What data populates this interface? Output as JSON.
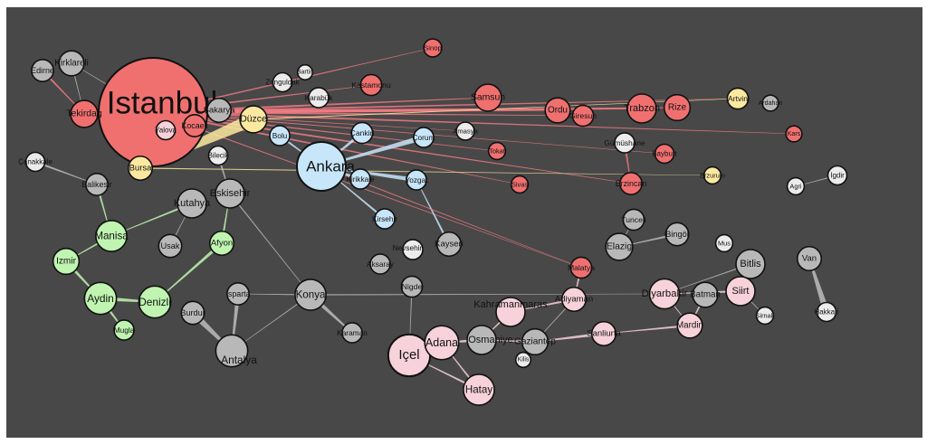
{
  "colors": {
    "background": "#484848",
    "node_stroke": "#111111",
    "red": "#f07070",
    "gray": "#b8b8b8",
    "green": "#bff5b0",
    "blue": "#c8e6fa",
    "yellow": "#fbe9a0",
    "pink": "#f7d2da",
    "white": "#ececec",
    "edge_red": "#ef7a82",
    "edge_yellow": "#fbe9a0",
    "edge_blue": "#c8e6fa",
    "edge_green": "#bff5b0",
    "edge_pink": "#f7d2da",
    "edge_gray": "#bdbdbd"
  },
  "nodes": [
    {
      "id": "istanbul",
      "label": "Istanbul",
      "group": "red",
      "size": 10
    },
    {
      "id": "edirne",
      "label": "Edirne",
      "group": "gray",
      "size": 1.3
    },
    {
      "id": "kirklareli",
      "label": "Kirklareli",
      "group": "gray",
      "size": 1.6
    },
    {
      "id": "tekirdag",
      "label": "Tekirdag",
      "group": "red",
      "size": 1.8
    },
    {
      "id": "canakkale",
      "label": "Çanakkale",
      "group": "white",
      "size": 1
    },
    {
      "id": "balikesir",
      "label": "Balikesir",
      "group": "gray",
      "size": 1.3
    },
    {
      "id": "bursa",
      "label": "Bursa",
      "group": "yellow",
      "size": 1.5
    },
    {
      "id": "yalova",
      "label": "Yalova",
      "group": "pink",
      "size": 1
    },
    {
      "id": "kocaeli",
      "label": "Kocaeli",
      "group": "red",
      "size": 1.3
    },
    {
      "id": "sakarya",
      "label": "Sakarya",
      "group": "gray",
      "size": 1.5
    },
    {
      "id": "duzce",
      "label": "Düzce",
      "group": "yellow",
      "size": 1.8
    },
    {
      "id": "bilecik",
      "label": "Bilecik",
      "group": "white",
      "size": 1
    },
    {
      "id": "zonguldak",
      "label": "Zonguldak",
      "group": "white",
      "size": 1
    },
    {
      "id": "bartin",
      "label": "Bartin",
      "group": "white",
      "size": 0.6
    },
    {
      "id": "karabuk",
      "label": "Karabük",
      "group": "white",
      "size": 1.1
    },
    {
      "id": "kastamonu",
      "label": "Kastamonu",
      "group": "red",
      "size": 1.2
    },
    {
      "id": "bolu",
      "label": "Bolu",
      "group": "blue",
      "size": 1.1
    },
    {
      "id": "sinop",
      "label": "Sinop",
      "group": "red",
      "size": 0.9
    },
    {
      "id": "samsun",
      "label": "Samsun",
      "group": "red",
      "size": 1.8
    },
    {
      "id": "cankiri",
      "label": "Çankiri",
      "group": "blue",
      "size": 1.2
    },
    {
      "id": "corum",
      "label": "Çorum",
      "group": "blue",
      "size": 1.1
    },
    {
      "id": "amasya",
      "label": "Amasya",
      "group": "white",
      "size": 0.9
    },
    {
      "id": "tokat",
      "label": "Tokat",
      "group": "red",
      "size": 0.8
    },
    {
      "id": "ordu",
      "label": "Ordu",
      "group": "red",
      "size": 1.6
    },
    {
      "id": "giresun",
      "label": "Giresun",
      "group": "red",
      "size": 1.2
    },
    {
      "id": "trabzon",
      "label": "Trabzon",
      "group": "red",
      "size": 2
    },
    {
      "id": "rize",
      "label": "Rize",
      "group": "red",
      "size": 1.7
    },
    {
      "id": "artvin",
      "label": "Artvin",
      "group": "yellow",
      "size": 1.2
    },
    {
      "id": "ardahan",
      "label": "Ardahan",
      "group": "gray",
      "size": 0.7
    },
    {
      "id": "kars",
      "label": "Kars",
      "group": "red",
      "size": 0.7
    },
    {
      "id": "gumushane",
      "label": "Gümüshane",
      "group": "white",
      "size": 1.1
    },
    {
      "id": "bayburt",
      "label": "Bayburt",
      "group": "red",
      "size": 1
    },
    {
      "id": "erzincan",
      "label": "Erzincan",
      "group": "red",
      "size": 1.3
    },
    {
      "id": "erzurum",
      "label": "Erzurum",
      "group": "yellow",
      "size": 0.8
    },
    {
      "id": "igdir",
      "label": "Igdir",
      "group": "white",
      "size": 1
    },
    {
      "id": "agri",
      "label": "Agri",
      "group": "white",
      "size": 0.8
    },
    {
      "id": "ankara",
      "label": "Ankara",
      "group": "blue",
      "size": 4
    },
    {
      "id": "kirikkale",
      "label": "Kirikkale",
      "group": "blue",
      "size": 1.1
    },
    {
      "id": "yozgat",
      "label": "Yozgat",
      "group": "blue",
      "size": 1.1
    },
    {
      "id": "sivas",
      "label": "Sivas",
      "group": "red",
      "size": 0.8
    },
    {
      "id": "kirsehir",
      "label": "Kirsehir",
      "group": "blue",
      "size": 1.1
    },
    {
      "id": "nevsehir",
      "label": "Nevsehir",
      "group": "white",
      "size": 1.1
    },
    {
      "id": "kayseri",
      "label": "Kayseri",
      "group": "gray",
      "size": 1.5
    },
    {
      "id": "aksaray",
      "label": "Aksaray",
      "group": "gray",
      "size": 1.1
    },
    {
      "id": "nigde",
      "label": "Nigde",
      "group": "gray",
      "size": 1.2
    },
    {
      "id": "konya",
      "label": "Konya",
      "group": "gray",
      "size": 2.2
    },
    {
      "id": "karaman",
      "label": "Karaman",
      "group": "gray",
      "size": 1.1
    },
    {
      "id": "eskisehir",
      "label": "Eskisehir",
      "group": "gray",
      "size": 2
    },
    {
      "id": "kutahya",
      "label": "Kutahya",
      "group": "gray",
      "size": 2
    },
    {
      "id": "manisa",
      "label": "Manisa",
      "group": "green",
      "size": 2.2
    },
    {
      "id": "izmir",
      "label": "Izmir",
      "group": "green",
      "size": 1.7
    },
    {
      "id": "usak",
      "label": "Usak",
      "group": "gray",
      "size": 1.4
    },
    {
      "id": "afyon",
      "label": "Afyon",
      "group": "green",
      "size": 1.5
    },
    {
      "id": "aydin",
      "label": "Aydin",
      "group": "green",
      "size": 2.3
    },
    {
      "id": "denizli",
      "label": "Denizli",
      "group": "green",
      "size": 2.3
    },
    {
      "id": "mugla",
      "label": "Mugla",
      "group": "green",
      "size": 1.1
    },
    {
      "id": "burdur",
      "label": "Burdur",
      "group": "gray",
      "size": 1.4
    },
    {
      "id": "isparta",
      "label": "Isparta",
      "group": "gray",
      "size": 1.3
    },
    {
      "id": "antalya",
      "label": "Antalya",
      "group": "gray",
      "size": 2.3
    },
    {
      "id": "icel",
      "label": "Içel",
      "group": "pink",
      "size": 3.3
    },
    {
      "id": "adana",
      "label": "Adana",
      "group": "pink",
      "size": 2.5
    },
    {
      "id": "osmaniye",
      "label": "Osmaniye",
      "group": "gray",
      "size": 2
    },
    {
      "id": "hatay",
      "label": "Hatay",
      "group": "pink",
      "size": 2.2
    },
    {
      "id": "kahramanmaras",
      "label": "Kahramanmaras",
      "group": "pink",
      "size": 2
    },
    {
      "id": "kilis",
      "label": "Kilis",
      "group": "white",
      "size": 0.6
    },
    {
      "id": "gaziantep",
      "label": "Gaziantep",
      "group": "gray",
      "size": 1.7
    },
    {
      "id": "adiyaman",
      "label": "Adiyaman",
      "group": "pink",
      "size": 1.5
    },
    {
      "id": "malatya",
      "label": "Malatya",
      "group": "red",
      "size": 1.2
    },
    {
      "id": "sanliurfa",
      "label": "Sanliurfa",
      "group": "pink",
      "size": 1.5
    },
    {
      "id": "elazig",
      "label": "Elazig",
      "group": "gray",
      "size": 1.8
    },
    {
      "id": "tunceli",
      "label": "Tunceli",
      "group": "gray",
      "size": 1.2
    },
    {
      "id": "bingol",
      "label": "Bingöl",
      "group": "gray",
      "size": 1.4
    },
    {
      "id": "mus",
      "label": "Mus",
      "group": "white",
      "size": 0.8
    },
    {
      "id": "bitlis",
      "label": "Bitlis",
      "group": "gray",
      "size": 2
    },
    {
      "id": "van",
      "label": "Van",
      "group": "gray",
      "size": 1.5
    },
    {
      "id": "hakkari",
      "label": "Hakkari",
      "group": "white",
      "size": 1
    },
    {
      "id": "diyarbakir",
      "label": "Diyarbakir",
      "group": "pink",
      "size": 2.1
    },
    {
      "id": "batman",
      "label": "Batman",
      "group": "gray",
      "size": 1.6
    },
    {
      "id": "siirt",
      "label": "Siirt",
      "group": "pink",
      "size": 2
    },
    {
      "id": "sirnak",
      "label": "Sirnak",
      "group": "white",
      "size": 0.8
    },
    {
      "id": "mardin",
      "label": "Mardin",
      "group": "pink",
      "size": 1.6
    }
  ],
  "edges": [
    {
      "from": "istanbul",
      "to": "sinop",
      "color": "red",
      "weight": 1.5
    },
    {
      "from": "istanbul",
      "to": "kastamonu",
      "color": "red",
      "weight": 2
    },
    {
      "from": "istanbul",
      "to": "samsun",
      "color": "red",
      "weight": 2.5
    },
    {
      "from": "istanbul",
      "to": "ordu",
      "color": "red",
      "weight": 3
    },
    {
      "from": "istanbul",
      "to": "giresun",
      "color": "red",
      "weight": 2
    },
    {
      "from": "istanbul",
      "to": "trabzon",
      "color": "red",
      "weight": 4
    },
    {
      "from": "istanbul",
      "to": "rize",
      "color": "red",
      "weight": 3
    },
    {
      "from": "istanbul",
      "to": "artvin",
      "color": "red",
      "weight": 2
    },
    {
      "from": "istanbul",
      "to": "kars",
      "color": "red",
      "weight": 2
    },
    {
      "from": "istanbul",
      "to": "tokat",
      "color": "red",
      "weight": 1.5
    },
    {
      "from": "istanbul",
      "to": "sivas",
      "color": "red",
      "weight": 2
    },
    {
      "from": "istanbul",
      "to": "erzincan",
      "color": "red",
      "weight": 2
    },
    {
      "from": "istanbul",
      "to": "malatya",
      "color": "red",
      "weight": 1
    },
    {
      "from": "istanbul",
      "to": "bayburt",
      "color": "red",
      "weight": 1
    },
    {
      "from": "istanbul",
      "to": "amasya",
      "color": "red",
      "weight": 1
    },
    {
      "from": "istanbul",
      "to": "kirklareli",
      "color": "gray",
      "weight": 1
    },
    {
      "from": "istanbul",
      "to": "tekirdag",
      "color": "red",
      "weight": 2
    },
    {
      "from": "istanbul",
      "to": "kocaeli",
      "color": "red",
      "weight": 3
    },
    {
      "from": "duzce",
      "to": "bursa",
      "color": "yellow",
      "weight": 12
    },
    {
      "from": "duzce",
      "to": "artvin",
      "color": "yellow",
      "weight": 1
    },
    {
      "from": "bursa",
      "to": "erzurum",
      "color": "yellow",
      "weight": 1
    },
    {
      "from": "edirne",
      "to": "tekirdag",
      "color": "red",
      "weight": 2
    },
    {
      "from": "kirklareli",
      "to": "tekirdag",
      "color": "gray",
      "weight": 1
    },
    {
      "from": "canakkale",
      "to": "balikesir",
      "color": "gray",
      "weight": 2
    },
    {
      "from": "balikesir",
      "to": "manisa",
      "color": "green",
      "weight": 2
    },
    {
      "from": "kutahya",
      "to": "manisa",
      "color": "green",
      "weight": 2
    },
    {
      "from": "manisa",
      "to": "izmir",
      "color": "green",
      "weight": 2
    },
    {
      "from": "izmir",
      "to": "aydin",
      "color": "green",
      "weight": 3
    },
    {
      "from": "aydin",
      "to": "denizli",
      "color": "green",
      "weight": 4
    },
    {
      "from": "aydin",
      "to": "mugla",
      "color": "green",
      "weight": 3
    },
    {
      "from": "afyon",
      "to": "denizli",
      "color": "green",
      "weight": 3
    },
    {
      "from": "afyon",
      "to": "eskisehir",
      "color": "green",
      "weight": 2
    },
    {
      "from": "usak",
      "to": "kutahya",
      "color": "gray",
      "weight": 1
    },
    {
      "from": "bilecik",
      "to": "eskisehir",
      "color": "gray",
      "weight": 2
    },
    {
      "from": "eskisehir",
      "to": "konya",
      "color": "gray",
      "weight": 1
    },
    {
      "from": "isparta",
      "to": "antalya",
      "color": "gray",
      "weight": 4
    },
    {
      "from": "burdur",
      "to": "antalya",
      "color": "gray",
      "weight": 6
    },
    {
      "from": "konya",
      "to": "antalya",
      "color": "gray",
      "weight": 1
    },
    {
      "from": "konya",
      "to": "karaman",
      "color": "gray",
      "weight": 4
    },
    {
      "from": "konya",
      "to": "isparta",
      "color": "gray",
      "weight": 1
    },
    {
      "from": "konya",
      "to": "diyarbakir",
      "color": "gray",
      "weight": 1
    },
    {
      "from": "nigde",
      "to": "icel",
      "color": "gray",
      "weight": 1
    },
    {
      "from": "cankiri",
      "to": "ankara",
      "color": "blue",
      "weight": 3
    },
    {
      "from": "corum",
      "to": "ankara",
      "color": "blue",
      "weight": 5
    },
    {
      "from": "yozgat",
      "to": "ankara",
      "color": "blue",
      "weight": 4
    },
    {
      "from": "kirsehir",
      "to": "ankara",
      "color": "blue",
      "weight": 2
    },
    {
      "from": "kirikkale",
      "to": "ankara",
      "color": "blue",
      "weight": 3
    },
    {
      "from": "bolu",
      "to": "ankara",
      "color": "blue",
      "weight": 2
    },
    {
      "from": "kayseri",
      "to": "yozgat",
      "color": "blue",
      "weight": 2
    },
    {
      "from": "ankara",
      "to": "malatya",
      "color": "red",
      "weight": 1
    },
    {
      "from": "gumushane",
      "to": "erzincan",
      "color": "red",
      "weight": 2
    },
    {
      "from": "igdir",
      "to": "agri",
      "color": "gray",
      "weight": 1
    },
    {
      "from": "adana",
      "to": "icel",
      "color": "pink",
      "weight": 3
    },
    {
      "from": "osmaniye",
      "to": "adana",
      "color": "pink",
      "weight": 3
    },
    {
      "from": "hatay",
      "to": "icel",
      "color": "pink",
      "weight": 2
    },
    {
      "from": "hatay",
      "to": "adana",
      "color": "pink",
      "weight": 2
    },
    {
      "from": "kahramanmaras",
      "to": "osmaniye",
      "color": "pink",
      "weight": 2
    },
    {
      "from": "gaziantep",
      "to": "osmaniye",
      "color": "pink",
      "weight": 2
    },
    {
      "from": "sanliurfa",
      "to": "gaziantep",
      "color": "pink",
      "weight": 3
    },
    {
      "from": "mardin",
      "to": "sanliurfa",
      "color": "pink",
      "weight": 2
    },
    {
      "from": "adiyaman",
      "to": "kahramanmaras",
      "color": "pink",
      "weight": 2
    },
    {
      "from": "malatya",
      "to": "adiyaman",
      "color": "pink",
      "weight": 2
    },
    {
      "from": "batman",
      "to": "mardin",
      "color": "pink",
      "weight": 2
    },
    {
      "from": "siirt",
      "to": "diyarbakir",
      "color": "pink",
      "weight": 2
    },
    {
      "from": "diyarbakir",
      "to": "mardin",
      "color": "pink",
      "weight": 1
    },
    {
      "from": "elazig",
      "to": "tunceli",
      "color": "gray",
      "weight": 1
    },
    {
      "from": "bingol",
      "to": "elazig",
      "color": "gray",
      "weight": 2
    },
    {
      "from": "bitlis",
      "to": "diyarbakir",
      "color": "gray",
      "weight": 1
    },
    {
      "from": "hakkari",
      "to": "van",
      "color": "gray",
      "weight": 6
    },
    {
      "from": "siirt",
      "to": "sirnak",
      "color": "gray",
      "weight": 1
    },
    {
      "from": "adiyaman",
      "to": "gaziantep",
      "color": "gray",
      "weight": 1
    }
  ]
}
